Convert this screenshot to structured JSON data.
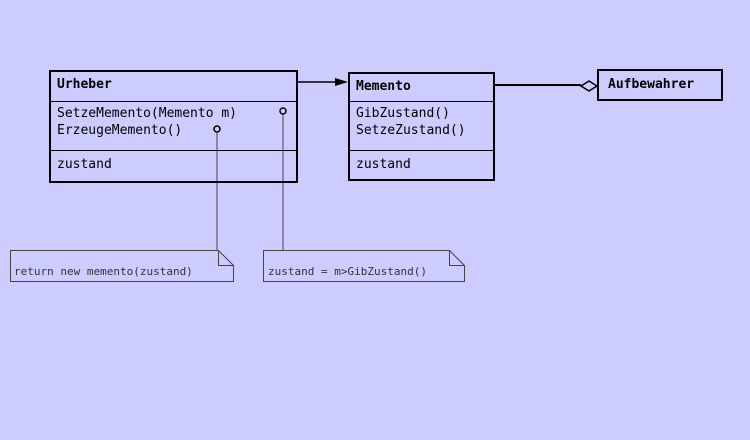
{
  "colors": {
    "background": "#ccccff",
    "line": "#000000",
    "note_line": "#444444",
    "note_text": "#333333"
  },
  "classes": {
    "urheber": {
      "name": "Urheber",
      "operations": [
        "SetzeMemento(Memento m)",
        "ErzeugeMemento()"
      ],
      "attributes": [
        "zustand"
      ]
    },
    "memento": {
      "name": "Memento",
      "operations": [
        "GibZustand()",
        "SetzeZustand()"
      ],
      "attributes": [
        "zustand"
      ]
    },
    "aufbewahrer": {
      "name": "Aufbewahrer"
    }
  },
  "notes": [
    {
      "text": "return new memento(zustand)"
    },
    {
      "text": "zustand = m>GibZustand()"
    }
  ],
  "relations": [
    {
      "from": "Urheber",
      "to": "Memento",
      "kind": "dependency-arrow"
    },
    {
      "from": "Aufbewahrer",
      "to": "Memento",
      "kind": "aggregation"
    }
  ]
}
